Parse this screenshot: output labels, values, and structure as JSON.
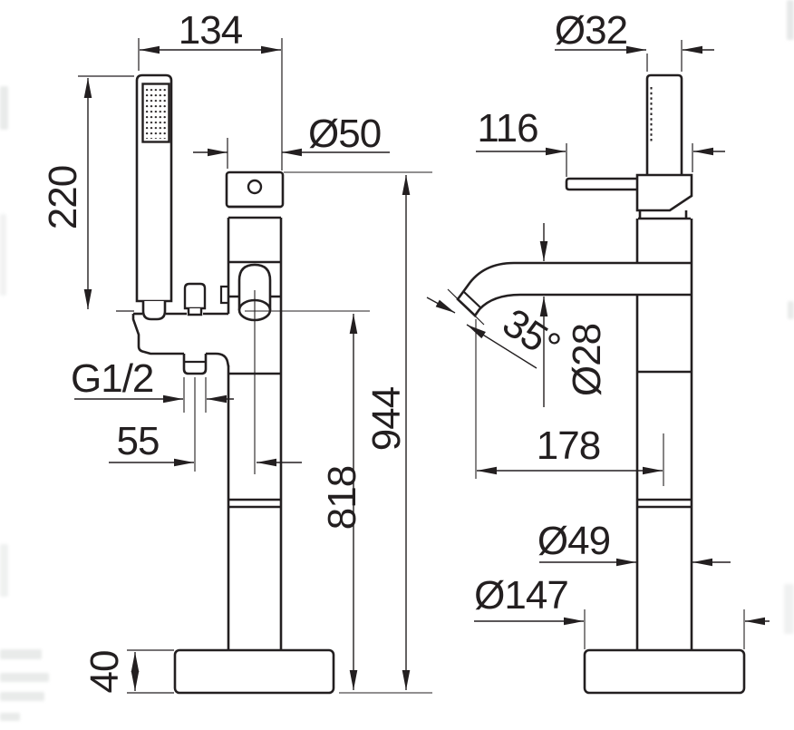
{
  "page": {
    "background": "#ffffff",
    "line_color": "#231f20",
    "description": "Technical dimension drawing of freestanding bath mixer with hand shower, two orthographic views"
  },
  "side_view": {
    "labels": {
      "top_width": "134",
      "handshower_length": "220",
      "column_diameter": "Ø50",
      "connection_thread": "G1/2",
      "holder_offset": "55",
      "spout_height": "818",
      "total_height": "944",
      "base_height": "40"
    }
  },
  "front_view": {
    "labels": {
      "handshower_diameter": "Ø32",
      "lever_length": "116",
      "spout_angle": "35°",
      "spout_diameter": "Ø28",
      "spout_reach": "178",
      "lower_column_diameter": "Ø49",
      "base_diameter": "Ø147"
    }
  }
}
